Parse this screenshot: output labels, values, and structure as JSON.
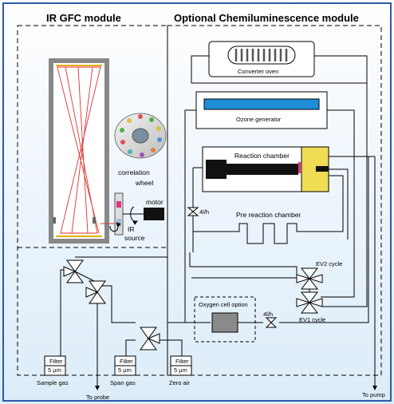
{
  "diagram": {
    "modules": {
      "ir": "IR GFC module",
      "chemi": "Optional Chemiluminescence module"
    },
    "components": {
      "converter": "Converter oven",
      "ozone": "Ozone generator",
      "reaction": "Reaction chamber",
      "pre_reaction": "Pre reaction chamber",
      "correlation_1": "correlation",
      "correlation_2": "wheel",
      "motor": "motor",
      "ir_1": "IR",
      "ir_2": "source",
      "oxygen": "Oxygen cell option",
      "ev2": "EV2 cycle",
      "ev1": "EV1 cycle",
      "flow_1": "4l/h",
      "flow_2": "4l/h"
    },
    "filters": [
      {
        "line1": "Filter",
        "line2": "5 µm",
        "label": "Sample gas"
      },
      {
        "line1": "Filter",
        "line2": "5 µm",
        "label": "Span gas"
      },
      {
        "line1": "Filter",
        "line2": "5 µm",
        "label": "Zero air"
      }
    ],
    "outputs": {
      "probe": "To probe",
      "pump": "To pump"
    },
    "colors": {
      "outer_border": "#2a5aa8",
      "ozone": "#1e8ed8",
      "reaction_cell": "#f0dc55",
      "oxygen_cell": "#8a8a8a",
      "beam": "#e03030"
    }
  }
}
